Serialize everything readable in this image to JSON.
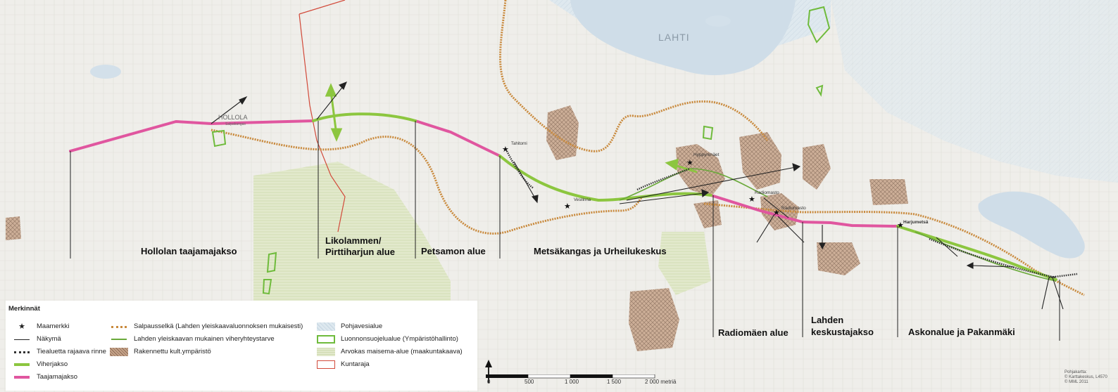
{
  "labels": {
    "lahti": "LAHTI",
    "hollola": "HOLLOLA",
    "salpakangas": "Salpakangas",
    "tahitorni": "Tahitorni",
    "hyppyrimaet": "Hyppyrimäet",
    "vesilinna": "Vesilinna",
    "radiomasto": "Radiomasto",
    "harjumetsa": "Harjumetsä",
    "sections": [
      "Hollolan taajamajakso",
      "Likolammen/",
      "Pirttiharjun alue",
      "Petsamon alue",
      "Metsäkangas ja Urheilukeskus",
      "Radiomäen alue",
      "Lahden",
      "keskustajakso",
      "Askonalue ja Pakanmäki"
    ]
  },
  "legend": {
    "title": "Merkinnät",
    "items": [
      {
        "symbol": "star",
        "label": "Maamerkki"
      },
      {
        "symbol": "view-line",
        "label": "Näkymä"
      },
      {
        "symbol": "slope-line",
        "label": "Tiealuetta rajaava rinne"
      },
      {
        "symbol": "green-thick",
        "label": "Viherjakso"
      },
      {
        "symbol": "pink-thick",
        "label": "Taajamajakso"
      },
      {
        "symbol": "salpa-line",
        "label": "Salpausselkä (Lahden yleiskaavaluonnoksen mukaisesti)"
      },
      {
        "symbol": "green-thin",
        "label": "Lahden yleiskaavan mukainen viheryhteystarve"
      },
      {
        "symbol": "cult-hatch",
        "label": "Rakennettu kult.ympäristö"
      },
      {
        "symbol": "ground-water",
        "label": "Pohjavesialue"
      },
      {
        "symbol": "nature-reserve",
        "label": "Luonnonsuojelualue (Ympäristöhallinto)"
      },
      {
        "symbol": "landscape",
        "label": "Arvokas maisema-alue (maakuntakaava)"
      },
      {
        "symbol": "border",
        "label": "Kuntaraja"
      }
    ]
  },
  "scale": {
    "ticks": [
      "0",
      "500",
      "1 000",
      "1 500",
      "2 000 metriä"
    ]
  },
  "credits": [
    "Pohjakartta:",
    "© Karttakeskus, L4570",
    "© MML 2011"
  ],
  "colors": {
    "taajamajakso": "#e0569f",
    "viherjakso": "#8cc63f",
    "salpausselka": "#c98a3d",
    "kuntaraja": "#d24a3a",
    "water": "#d6e3ec",
    "landscape": "#dde6c6",
    "cultural": "#b9957a"
  }
}
